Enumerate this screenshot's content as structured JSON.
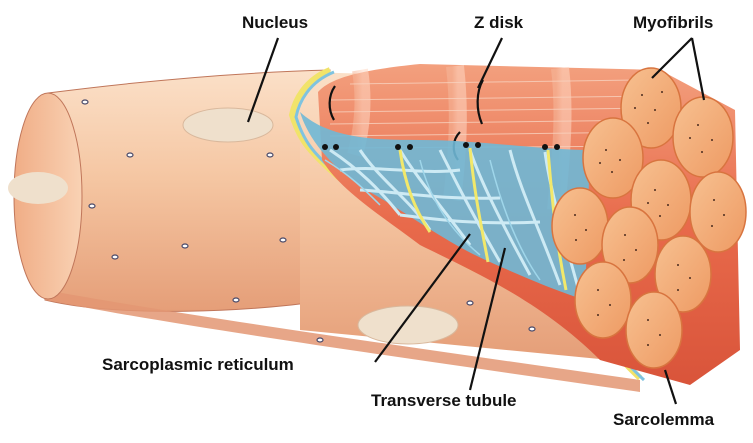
{
  "labels": {
    "nucleus": "Nucleus",
    "z_disk": "Z disk",
    "myofibrils": "Myofibrils",
    "sarcoplasmic_reticulum": "Sarcoplasmic reticulum",
    "transverse_tubule": "Transverse tubule",
    "sarcolemma": "Sarcolemma"
  },
  "colors": {
    "fiber_surface": "#f6c7a4",
    "fiber_shade": "#e9a27b",
    "myofibril_red": "#e4573c",
    "myofibril_end": "#f4b07f",
    "sarcoplasmic_reticulum": "#8fd0e6",
    "transverse_tubule": "#f2e86a",
    "nucleus": "#efe0cc",
    "leader_line": "#111111"
  }
}
